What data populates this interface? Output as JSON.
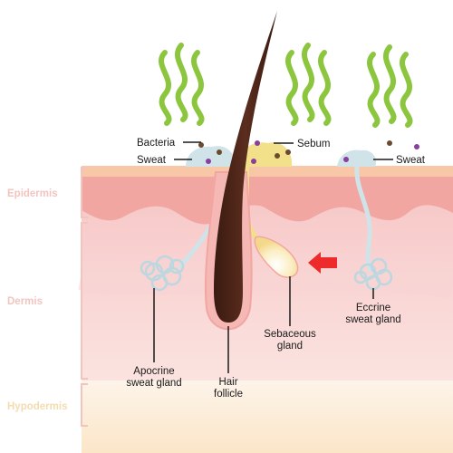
{
  "layers": {
    "epidermis": "Epidermis",
    "dermis": "Dermis",
    "hypodermis": "Hypodermis"
  },
  "labels": {
    "bacteria": "Bacteria",
    "sebum": "Sebum",
    "sweat_left": "Sweat",
    "sweat_right": "Sweat",
    "apocrine_line1": "Apocrine",
    "apocrine_line2": "sweat gland",
    "hair_line1": "Hair",
    "hair_line2": "follicle",
    "sebaceous_line1": "Sebaceous",
    "sebaceous_line2": "gland",
    "eccrine_line1": "Eccrine",
    "eccrine_line2": "sweat gland"
  },
  "colors": {
    "layer_label": "#f2c4bf",
    "hypodermis_label": "#f3dcb0",
    "odor": "#8cc63f",
    "hair": "#4a2418",
    "arrow": "#ee2b2b",
    "sebum": "#f3e08a",
    "sweat": "#cfe3e8"
  }
}
